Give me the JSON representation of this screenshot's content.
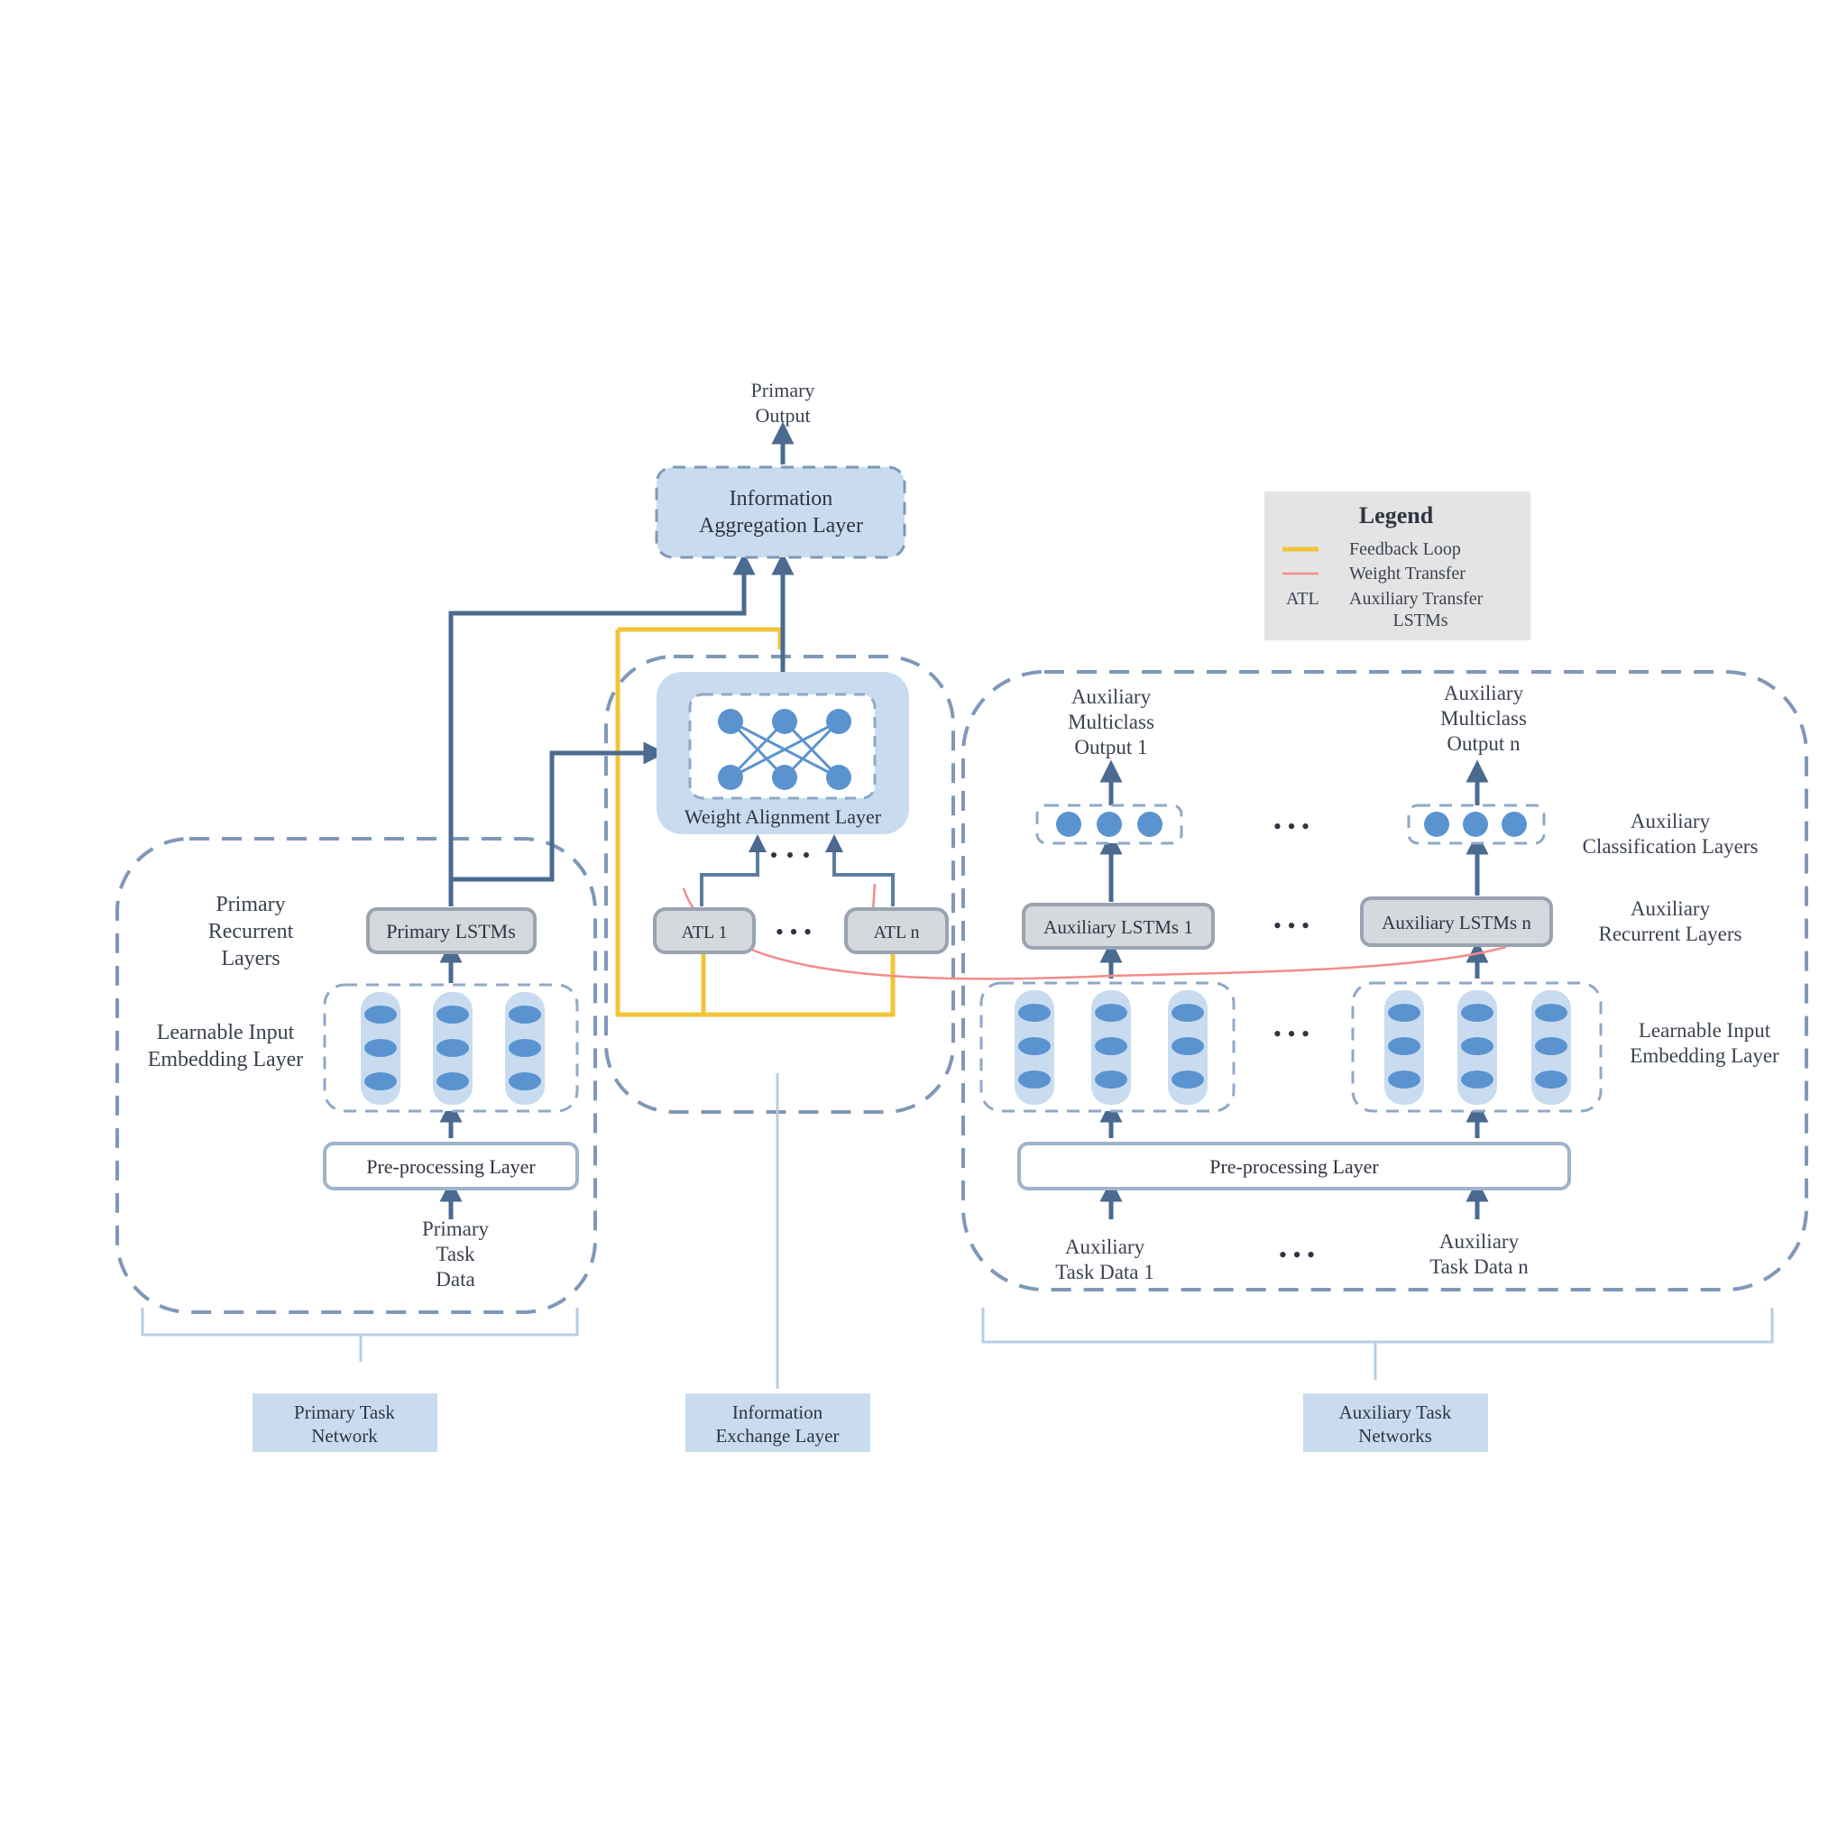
{
  "labels": {
    "primary_output": [
      "Primary",
      "Output"
    ],
    "info_aggregation": [
      "Information",
      "Aggregation Layer"
    ],
    "weight_alignment": "Weight Alignment Layer",
    "atl_1": "ATL 1",
    "atl_n": "ATL n",
    "primary_recurrent": [
      "Primary",
      "Recurrent",
      "Layers"
    ],
    "primary_lstm": "Primary LSTMs",
    "learnable_input_left": [
      "Learnable Input",
      "Embedding Layer"
    ],
    "preprocessing_left": "Pre-processing Layer",
    "primary_task_data": [
      "Primary",
      "Task",
      "Data"
    ],
    "aux_multiclass_1": [
      "Auxiliary",
      "Multiclass",
      "Output 1"
    ],
    "aux_multiclass_n": [
      "Auxiliary",
      "Multiclass",
      "Output n"
    ],
    "aux_classification": [
      "Auxiliary",
      "Classification Layers"
    ],
    "aux_lstm_1": "Auxiliary LSTMs 1",
    "aux_lstm_n": "Auxiliary LSTMs n",
    "aux_recurrent": [
      "Auxiliary",
      "Recurrent Layers"
    ],
    "learnable_input_right": [
      "Learnable Input",
      "Embedding Layer"
    ],
    "preprocessing_right": "Pre-processing Layer",
    "aux_task_data_1": [
      "Auxiliary",
      "Task Data 1"
    ],
    "aux_task_data_n": [
      "Auxiliary",
      "Task Data n"
    ],
    "ellipsis": "• • •"
  },
  "legend": {
    "title": "Legend",
    "items": [
      {
        "symbol": "line",
        "color": "#f2c438",
        "label": "Feedback Loop"
      },
      {
        "symbol": "line",
        "color": "#f28c8c",
        "label": "Weight Transfer"
      },
      {
        "symbol": "text",
        "text": "ATL",
        "label": [
          "Auxiliary Transfer",
          "LSTMs"
        ]
      }
    ]
  },
  "bottom_labels": {
    "primary_network": [
      "Primary Task",
      "Network"
    ],
    "info_exchange": [
      "Information",
      "Exchange Layer"
    ],
    "aux_network": [
      "Auxiliary Task",
      "Networks"
    ]
  },
  "colors": {
    "accent_blue": "#5b93d0",
    "light_blue": "#c9dcef",
    "feedback": "#f2c438",
    "weight_transfer": "#f28c8c"
  }
}
